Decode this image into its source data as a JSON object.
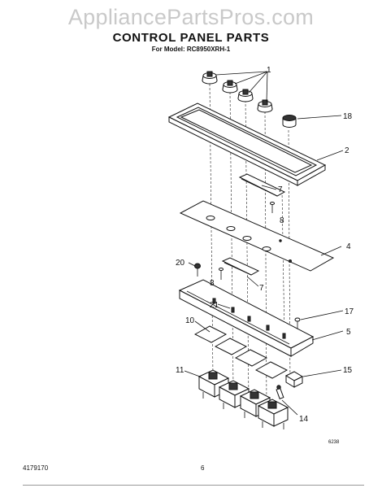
{
  "watermark": "AppliancePartsPros.com",
  "title": "CONTROL PANEL PARTS",
  "model": "For Model: RC8950XRH-1",
  "footer": {
    "left": "4179170",
    "center": "6"
  },
  "drawing_code": "6238",
  "callouts": [
    "1",
    "18",
    "2",
    "7",
    "8",
    "4",
    "20",
    "8",
    "7",
    "21",
    "17",
    "10",
    "5",
    "11",
    "15",
    "14"
  ]
}
